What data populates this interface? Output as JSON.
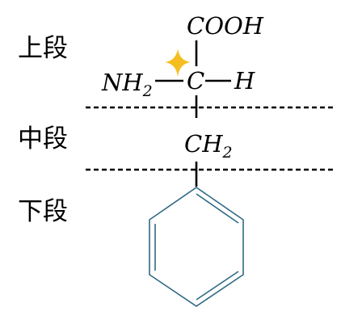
{
  "sections": {
    "top": "上段",
    "middle": "中段",
    "bottom": "下段"
  },
  "molecule": {
    "carboxyl": "COOH",
    "amino": {
      "main": "NH",
      "sub": "2"
    },
    "alpha_carbon": "C",
    "hydrogen": "H",
    "methylene": {
      "main": "CH",
      "sub": "2"
    }
  },
  "colors": {
    "star": "#f5bd1f",
    "benzene": "#2e6a84",
    "line": "#000000"
  },
  "icons": {
    "chiral_marker": "four-point-star-icon"
  }
}
